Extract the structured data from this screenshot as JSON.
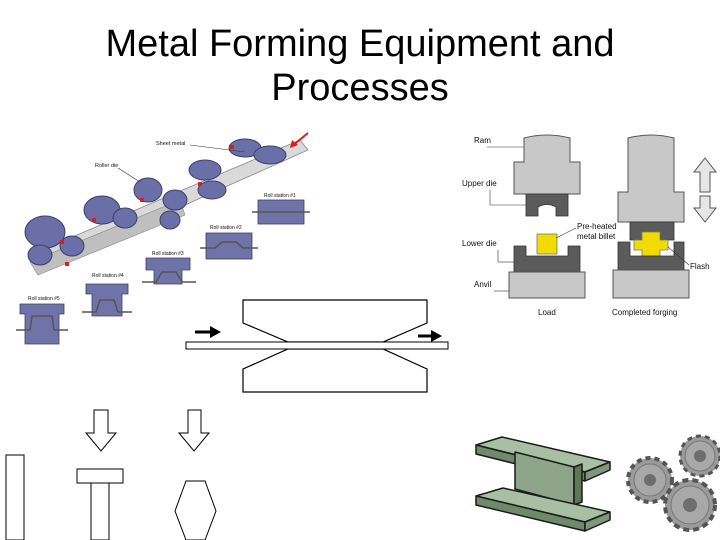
{
  "slide": {
    "title_line1": "Metal Forming Equipment and",
    "title_line2": "Processes"
  },
  "rolling_diagram": {
    "sheet_metal_label": "Sheet metal",
    "roller_die_label": "Roller die",
    "stations": [
      "Roll station #1",
      "Roll station #2",
      "Roll station #3",
      "Roll station #4",
      "Roll station #5"
    ]
  },
  "forging_diagram": {
    "ram_label": "Ram",
    "upper_die_label": "Upper die",
    "lower_die_label": "Lower die",
    "anvil_label": "Anvil",
    "billet_label_line1": "Pre-heated",
    "billet_label_line2": "metal billet",
    "flash_label": "Flash",
    "load_caption": "Load",
    "completed_caption": "Completed forging"
  },
  "colors": {
    "die_gray": "#5b5b5b",
    "ram_gray": "#c8c8c8",
    "billet_yellow": "#f2dc00",
    "roller_purple": "#6a6fa8",
    "beam_green": "#8fa58a",
    "gear_gray": "#9a9a9a",
    "arrow_red": "#d81e1e"
  }
}
